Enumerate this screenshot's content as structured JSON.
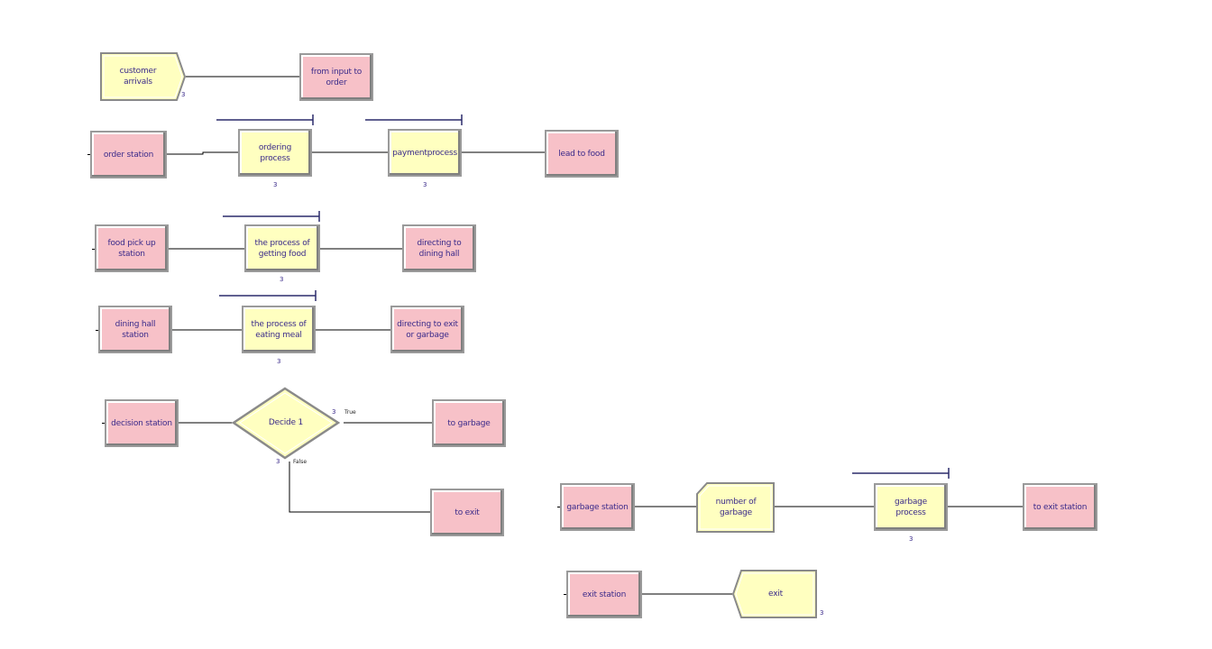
{
  "modules": {
    "customer_arrivals": "customer arrivals",
    "from_input_to_order": "from input to order",
    "order_station": "order station",
    "ordering_process": "ordering process",
    "payment_process": "paymentprocess",
    "lead_to_food": "lead to food",
    "food_pick_up_station": "food pick up station",
    "process_getting_food": "the process of getting food",
    "directing_to_dining_hall": "directing to dining hall",
    "dining_hall_station": "dining hall station",
    "process_eating_meal": "the process of eating meal",
    "directing_to_exit_or_garbage": "directing to exit or garbage",
    "decision_station": "decision station",
    "decide_1": "Decide 1",
    "to_garbage": "to garbage",
    "to_exit": "to exit",
    "garbage_station": "garbage station",
    "number_of_garbage": "number of garbage",
    "garbage_process": "garbage process",
    "to_exit_station": "to exit station",
    "exit_station": "exit station",
    "exit": "exit"
  },
  "counters": {
    "customer_arrivals": "3",
    "ordering_process": "3",
    "payment_process": "3",
    "process_getting_food": "3",
    "process_eating_meal": "3",
    "decide_true": "3",
    "decide_false": "3",
    "garbage_process": "3",
    "exit": "3"
  },
  "branches": {
    "true_label": "True",
    "false_label": "False"
  },
  "colors": {
    "station_fill": "#f7c1c8",
    "process_fill": "#ffffc0",
    "connector": "#000000",
    "resource_bar": "#2b2b6b",
    "text": "#3a2a8a"
  }
}
